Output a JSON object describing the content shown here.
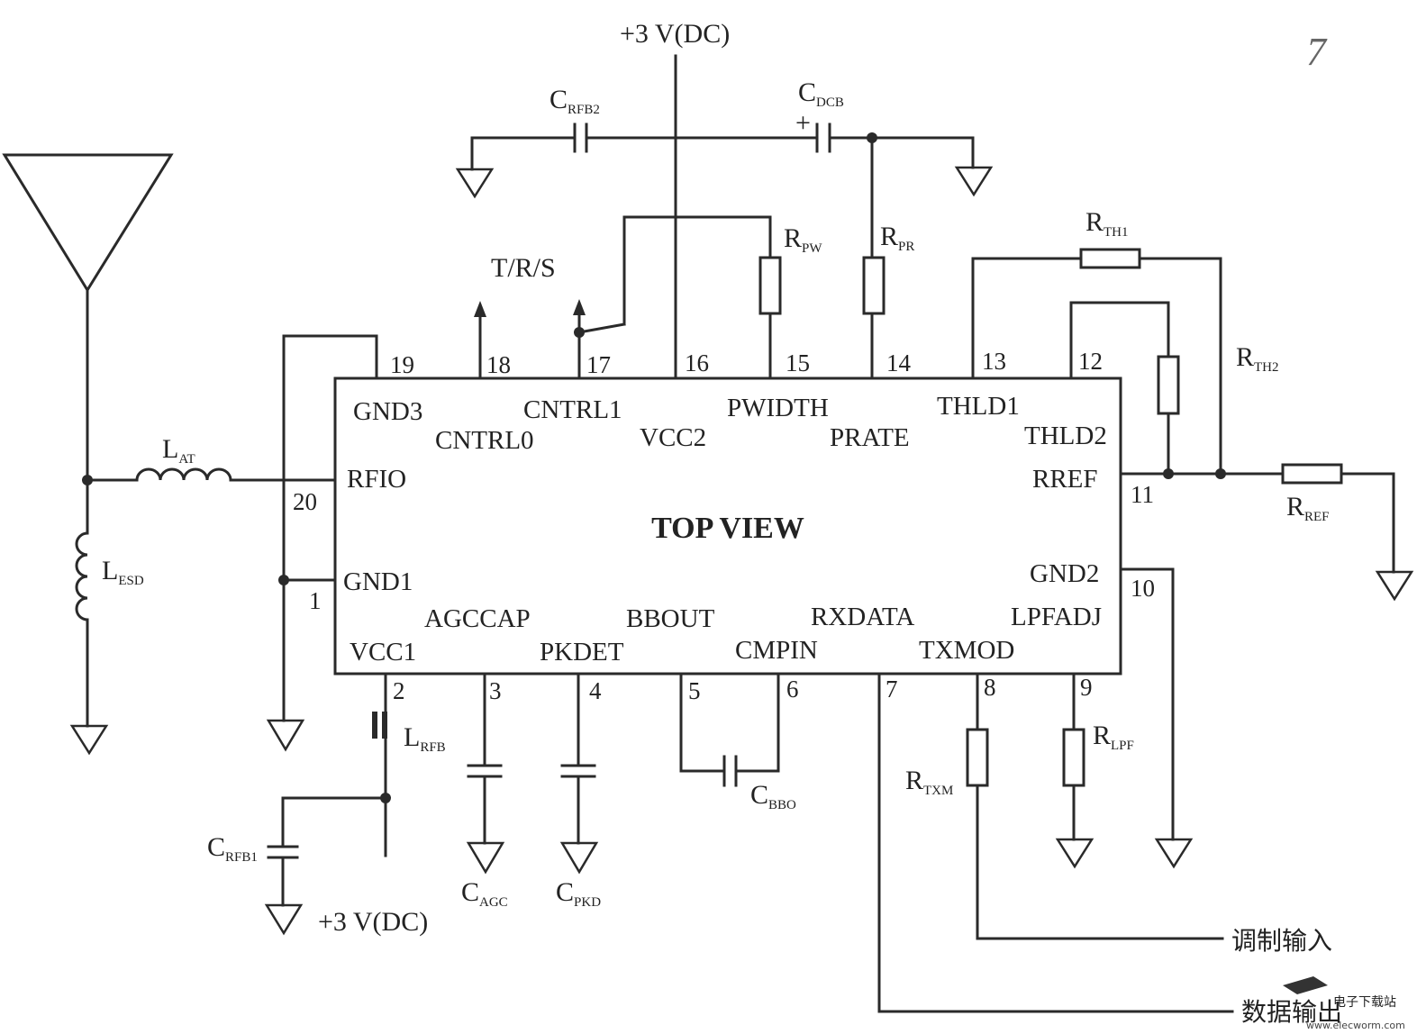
{
  "supply": {
    "top": "+3 V(DC)",
    "bottom": "+3 V(DC)"
  },
  "chip": {
    "title": "TOP VIEW"
  },
  "pins": [
    {
      "num": "1",
      "name": "GND1"
    },
    {
      "num": "2",
      "name": "VCC1"
    },
    {
      "num": "3",
      "name": "AGCCAP"
    },
    {
      "num": "4",
      "name": "PKDET"
    },
    {
      "num": "5",
      "name": "BBOUT"
    },
    {
      "num": "6",
      "name": "CMPIN"
    },
    {
      "num": "7",
      "name": "RXDATA"
    },
    {
      "num": "8",
      "name": "TXMOD"
    },
    {
      "num": "9",
      "name": "LPFADJ"
    },
    {
      "num": "10",
      "name": "GND2"
    },
    {
      "num": "11",
      "name": "RREF"
    },
    {
      "num": "12",
      "name": "THLD2"
    },
    {
      "num": "13",
      "name": "THLD1"
    },
    {
      "num": "14",
      "name": "PRATE"
    },
    {
      "num": "15",
      "name": "PWIDTH"
    },
    {
      "num": "16",
      "name": "VCC2"
    },
    {
      "num": "17",
      "name": "CNTRL1"
    },
    {
      "num": "18",
      "name": "CNTRL0"
    },
    {
      "num": "19",
      "name": "GND3"
    },
    {
      "num": "20",
      "name": "RFIO"
    }
  ],
  "components": {
    "l_at": {
      "main": "L",
      "sub": "AT"
    },
    "l_esd": {
      "main": "L",
      "sub": "ESD"
    },
    "l_rfb": {
      "main": "L",
      "sub": "RFB"
    },
    "c_rfb1": {
      "main": "C",
      "sub": "RFB1"
    },
    "c_rfb2": {
      "main": "C",
      "sub": "RFB2"
    },
    "c_dcb": {
      "main": "C",
      "sub": "DCB",
      "polarity": "+"
    },
    "c_agc": {
      "main": "C",
      "sub": "AGC"
    },
    "c_pkd": {
      "main": "C",
      "sub": "PKD"
    },
    "c_bbo": {
      "main": "C",
      "sub": "BBO"
    },
    "r_pw": {
      "main": "R",
      "sub": "PW"
    },
    "r_pr": {
      "main": "R",
      "sub": "PR"
    },
    "r_th1": {
      "main": "R",
      "sub": "TH1"
    },
    "r_th2": {
      "main": "R",
      "sub": "TH2"
    },
    "r_ref": {
      "main": "R",
      "sub": "REF"
    },
    "r_txm": {
      "main": "R",
      "sub": "TXM"
    },
    "r_lpf": {
      "main": "R",
      "sub": "LPF"
    }
  },
  "signals": {
    "trs": "T/R/S",
    "mod_in": "调制输入",
    "data_out": "数据输出"
  },
  "page_mark": "7",
  "watermark": {
    "logo": "电子下载站",
    "url": "www.elecworm.com"
  }
}
